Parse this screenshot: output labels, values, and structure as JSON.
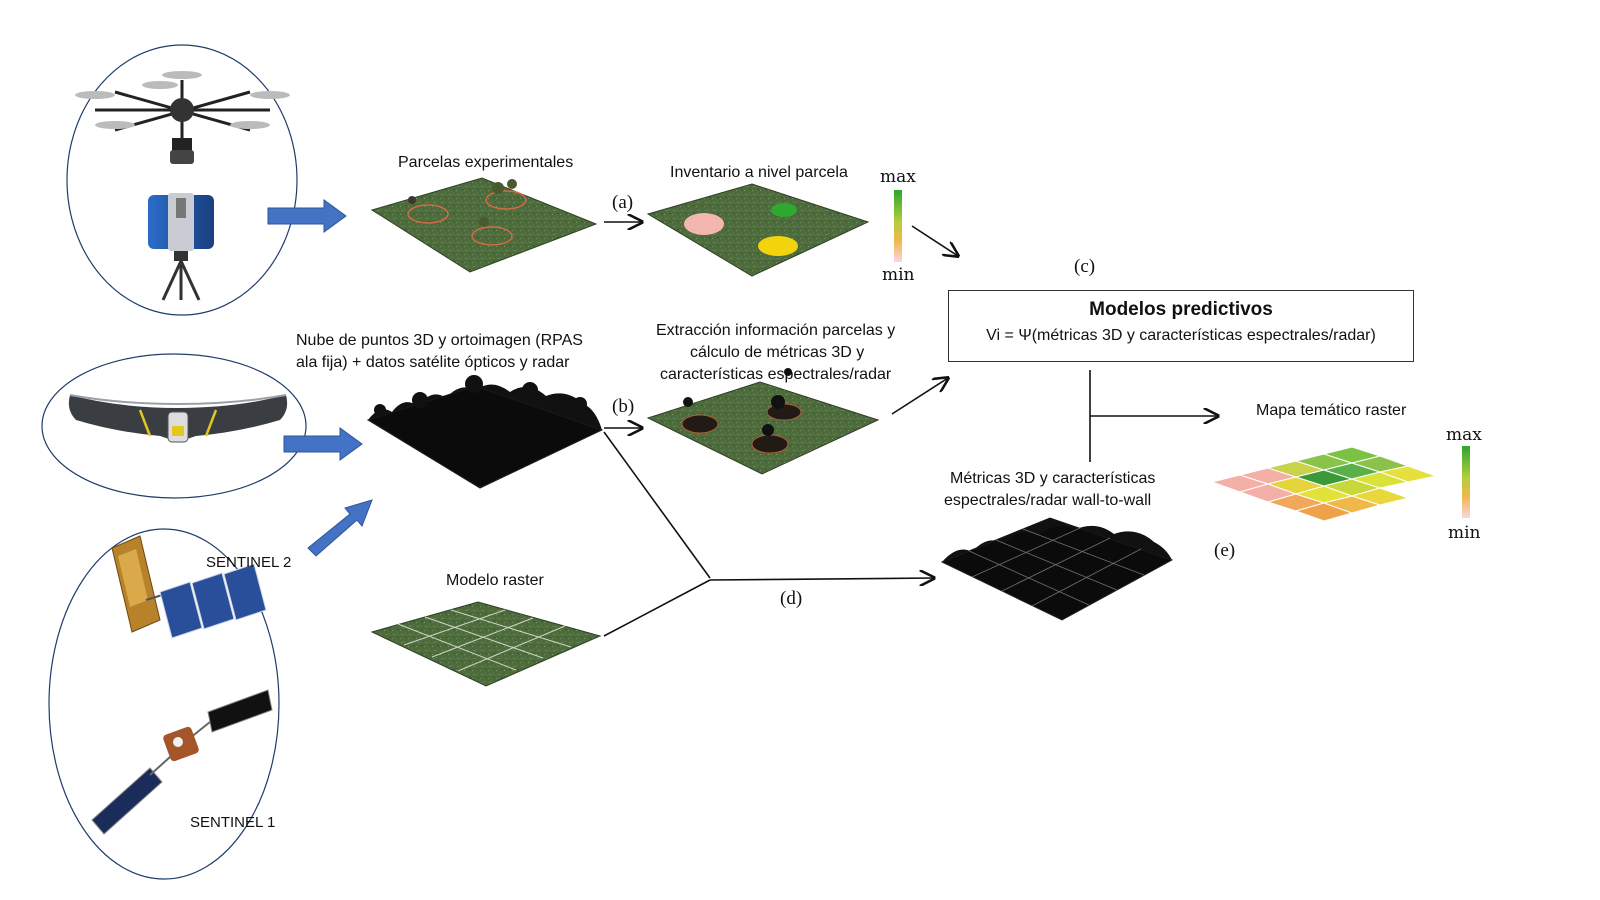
{
  "sources": {
    "sentinel2_label": "SENTINEL 2",
    "sentinel1_label": "SENTINEL 1"
  },
  "stages": {
    "parcelas": "Parcelas experimentales",
    "nube_line1": "Nube de puntos 3D y ortoimagen (RPAS",
    "nube_line2": "ala fija) + datos satélite ópticos y radar",
    "modelo_raster": "Modelo raster",
    "inventario": "Inventario a nivel parcela",
    "extraccion_line1": "Extracción información parcelas y",
    "extraccion_line2": "cálculo de métricas 3D y",
    "extraccion_line3": "características espectrales/radar",
    "metricas_line1": "Métricas 3D y características",
    "metricas_line2": "espectrales/radar wall-to-wall",
    "mapa": "Mapa temático raster"
  },
  "model_box": {
    "title": "Modelos predictivos",
    "formula": "Vi = Ψ(métricas 3D y características espectrales/radar)"
  },
  "steps": {
    "a": "(a)",
    "b": "(b)",
    "c": "(c)",
    "d": "(d)",
    "e": "(e)"
  },
  "legend_inventario": {
    "max": "max",
    "min": "min"
  },
  "legend_mapa": {
    "max": "max",
    "min": "min"
  },
  "colors": {
    "arrow_blue": "#4472c4",
    "terrain_green": "#4d6b3c",
    "plot_pink": "#f4b6b0",
    "plot_green": "#2fa82f",
    "plot_yellow": "#f2d40c",
    "point_cloud": "#0a0a0a"
  }
}
